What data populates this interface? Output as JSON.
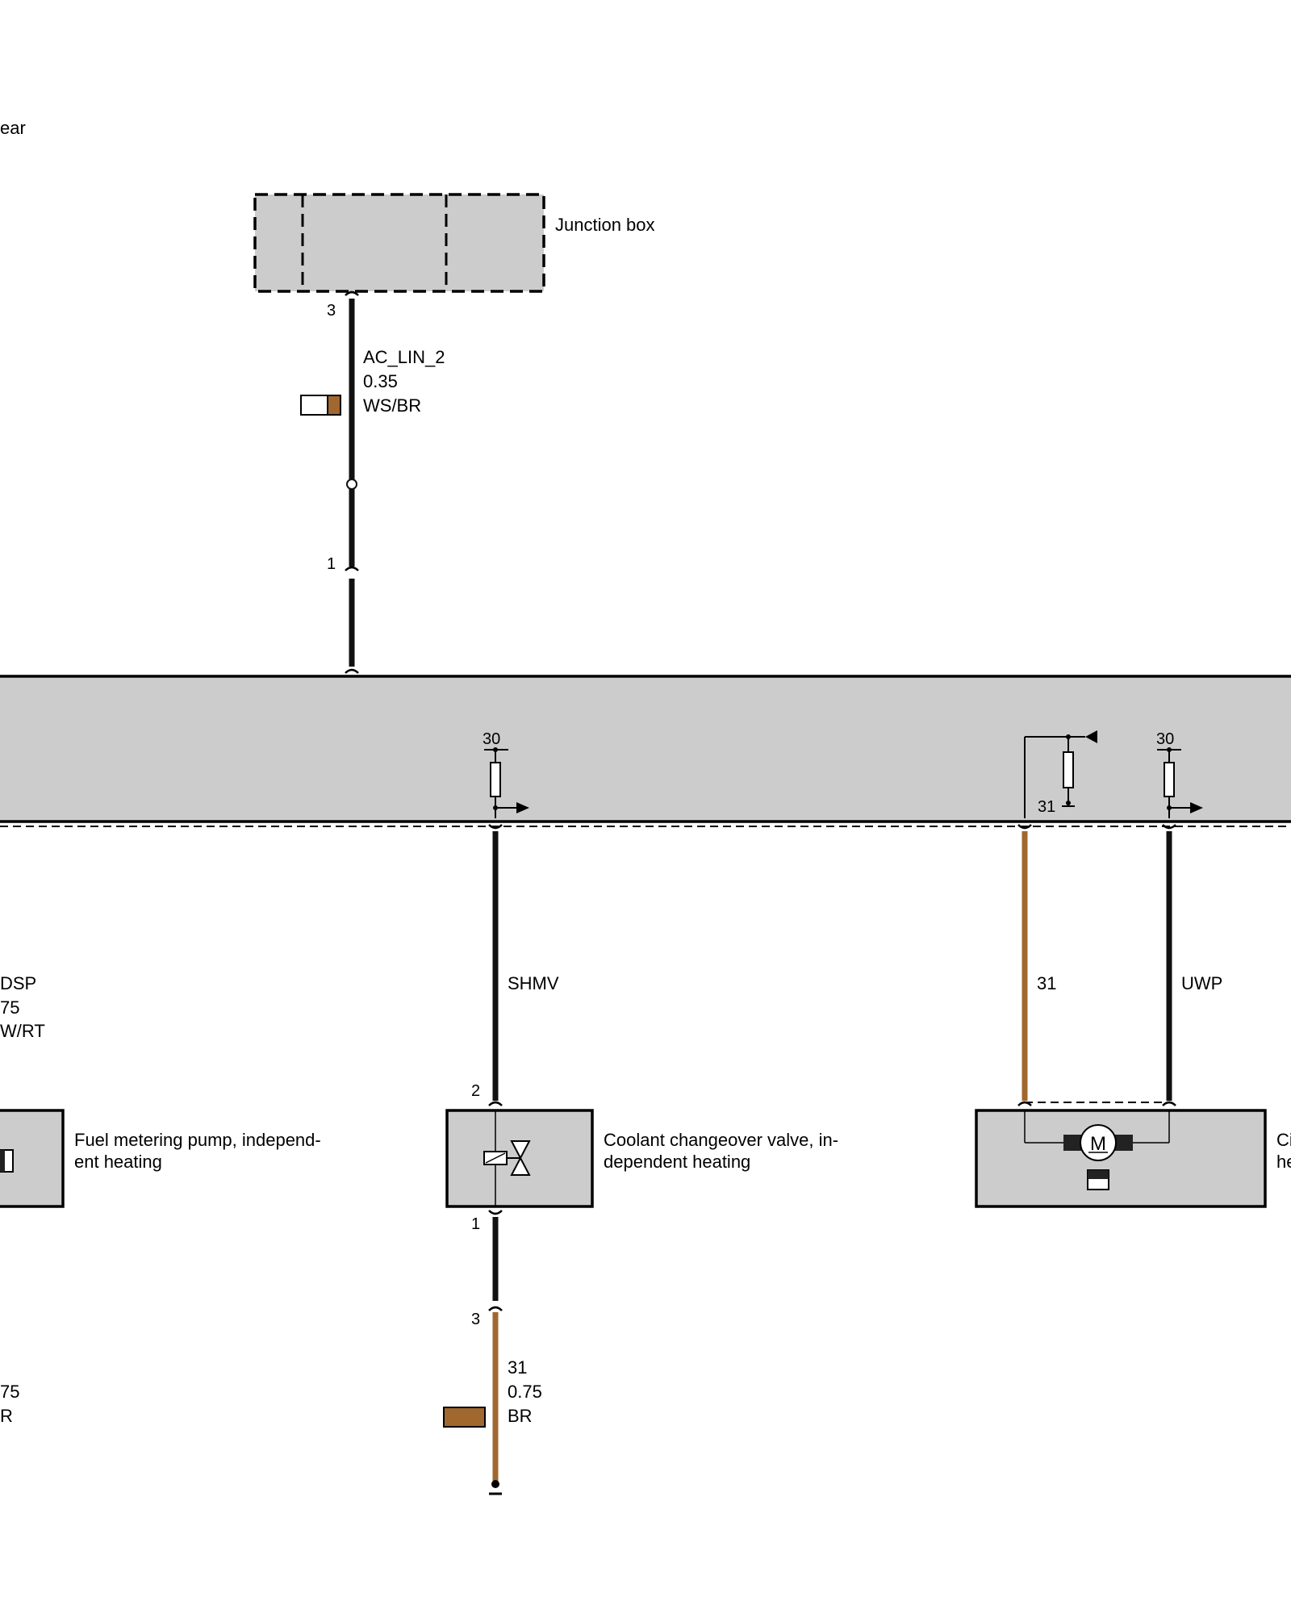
{
  "header": {
    "partial_text": "ear"
  },
  "components": {
    "junction_box": {
      "label": "Junction box",
      "pin": "3"
    },
    "fuel_pump": {
      "label_line1": "Fuel metering pump, independ-",
      "label_line2": "ent heating"
    },
    "coolant_valve": {
      "label_line1": "Coolant changeover valve, in-",
      "label_line2": "dependent heating",
      "pin_top": "2",
      "pin_bottom": "1"
    },
    "circ_pump": {
      "label_line1": "Ci",
      "label_line2": "he"
    },
    "control_unit": {
      "valve_out_supply": "30",
      "pump_out_supply": "30",
      "ground_pin": "31"
    },
    "connector": {
      "pin": "1"
    },
    "ground_connector": {
      "pin": "3"
    }
  },
  "wires": {
    "ac_lin": {
      "signal": "AC_LIN_2",
      "gauge": "0.35",
      "color_code": "WS/BR",
      "colors": [
        "#ffffff",
        "#a0682f"
      ]
    },
    "shmv": {
      "signal": "SHMV"
    },
    "pump_ground": {
      "signal": "31",
      "color": "#a0682f"
    },
    "uwp": {
      "signal": "UWP"
    },
    "valve_ground": {
      "signal": "31",
      "gauge": "0.75",
      "color_code": "BR",
      "color": "#a0682f"
    },
    "left_wire": {
      "signal_partial": "DSP",
      "gauge_partial": "75",
      "color_partial": "W/RT"
    },
    "left_ground": {
      "gauge_partial": "75",
      "color_partial": "R"
    }
  },
  "colors": {
    "box_fill": "#cccccc",
    "wire_black": "#111111",
    "wire_brown": "#a0682f"
  }
}
